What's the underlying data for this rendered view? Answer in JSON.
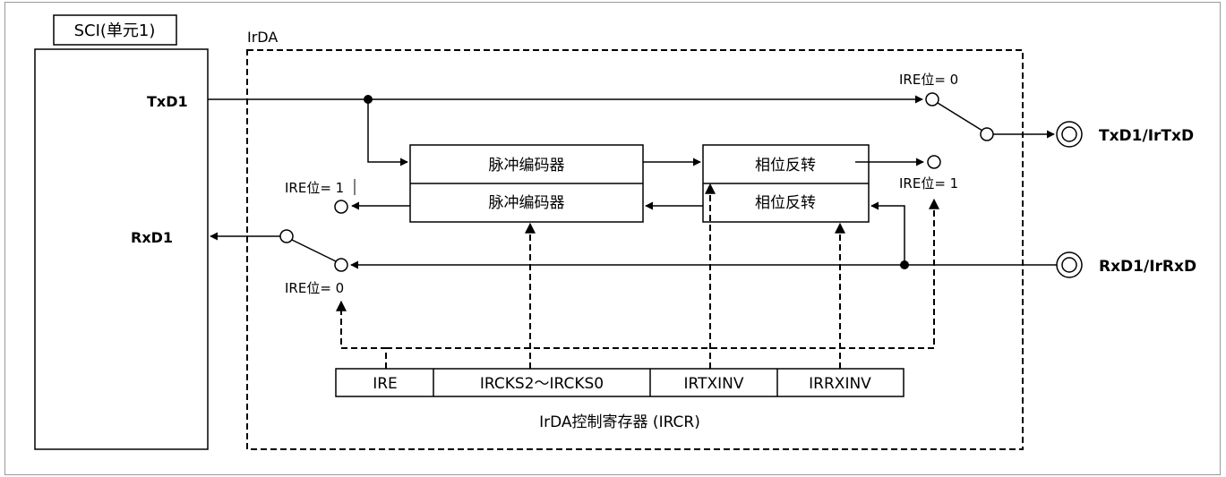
{
  "sci": {
    "title": "SCI(单元1)",
    "txd": "TxD1",
    "rxd": "RxD1"
  },
  "irda": {
    "title": "IrDA"
  },
  "blocks": {
    "encoder_top": "脉冲编码器",
    "encoder_bottom": "脉冲编码器",
    "invert_top": "相位反转",
    "invert_bottom": "相位反转"
  },
  "switch_labels": {
    "tx_ire0": "IRE位= 0",
    "tx_ire1": "IRE位= 1",
    "rx_ire1": "IRE位= 1",
    "rx_ire0": "IRE位= 0"
  },
  "pins": {
    "tx": "TxD1/IrTxD",
    "rx": "RxD1/IrRxD"
  },
  "register": {
    "fields": [
      "IRE",
      "IRCKS2～IRCKS0",
      "IRTXINV",
      "IRRXINV"
    ],
    "name": "IrDA控制寄存器 (IRCR)"
  }
}
